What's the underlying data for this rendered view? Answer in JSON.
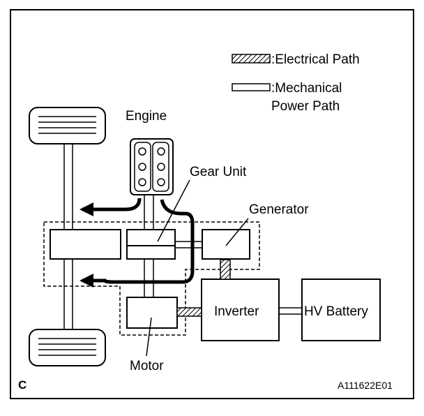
{
  "legend": {
    "electrical": ":Electrical Path",
    "mechanical_line1": ":Mechanical",
    "mechanical_line2": "Power Path"
  },
  "labels": {
    "engine": "Engine",
    "gear_unit": "Gear Unit",
    "generator": "Generator",
    "inverter": "Inverter",
    "hv_battery": "HV Battery",
    "motor": "Motor"
  },
  "corner_letter": "C",
  "figure_code": "A111622E01"
}
